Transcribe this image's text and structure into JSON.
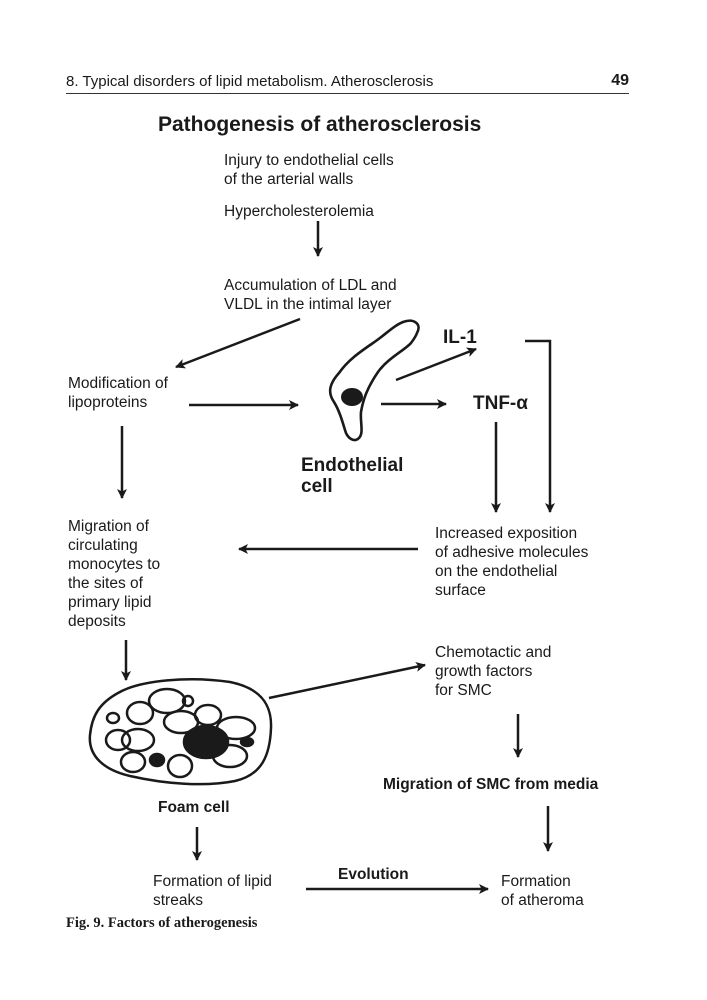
{
  "header": {
    "running_title": "8. Typical disorders of lipid metabolism. Atherosclerosis",
    "page_number": "49"
  },
  "figure": {
    "title": "Pathogenesis of atherosclerosis",
    "caption": "Fig. 9. Factors of atherogenesis",
    "nodes": {
      "injury": "Injury to endothelial cells\nof the arterial walls",
      "hyperchol": "Hypercholesterolemia",
      "accumulation": "Accumulation of LDL and\nVLDL in the intimal layer",
      "modification": "Modification of\nlipoproteins",
      "endothelial_cell": "Endothelial\ncell",
      "il1": "IL-1",
      "tnf": "TNF-α",
      "increased_exposition": "Increased exposition\nof adhesive molecules\non the endothelial\nsurface",
      "migration_monocytes": "Migration of\ncirculating\nmonocytes to\nthe  sites of\nprimary lipid\ndeposits",
      "chemotactic": "Chemotactic and\ngrowth factors\nfor SMC",
      "foam_cell": "Foam cell",
      "migration_smc": "Migration of SMC from media",
      "lipid_streaks": "Formation of lipid\nstreaks",
      "evolution": "Evolution",
      "atheroma": "Formation\nof atheroma"
    }
  }
}
